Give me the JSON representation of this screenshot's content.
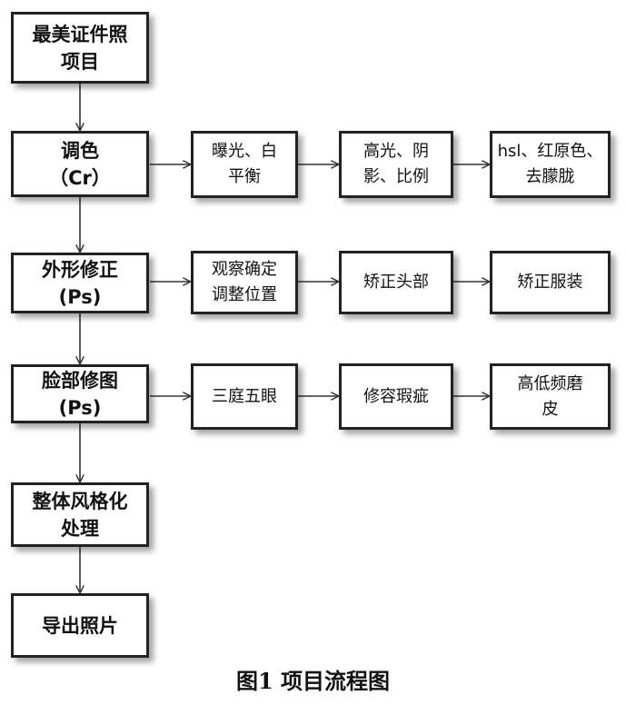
{
  "main_steps": [
    {
      "line1": "最美证件照",
      "line2": "项目"
    },
    {
      "line1": "调色",
      "line2": "（Cr）"
    },
    {
      "line1": "外形修正",
      "line2": "(Ps)"
    },
    {
      "line1": "脸部修图",
      "line2": "(Ps)"
    },
    {
      "line1": "整体风格化",
      "line2": "处理"
    },
    {
      "line1": "导出照片",
      "line2": ""
    }
  ],
  "sub_steps": {
    "color_grading": [
      {
        "line1": "曝光、白",
        "line2": "平衡"
      },
      {
        "line1": "高光、阴",
        "line2": "影、比例"
      },
      {
        "line1": "hsl、红原色、",
        "line2": "去朦胧"
      }
    ],
    "shape_correction": [
      {
        "line1": "观察确定",
        "line2": "调整位置"
      },
      {
        "line1": "矫正头部",
        "line2": ""
      },
      {
        "line1": "矫正服装",
        "line2": ""
      }
    ],
    "face_retouch": [
      {
        "line1": "三庭五眼",
        "line2": ""
      },
      {
        "line1": "修容瑕疵",
        "line2": ""
      },
      {
        "line1": "高低频磨",
        "line2": "皮"
      }
    ]
  },
  "caption": "图1  项目流程图"
}
